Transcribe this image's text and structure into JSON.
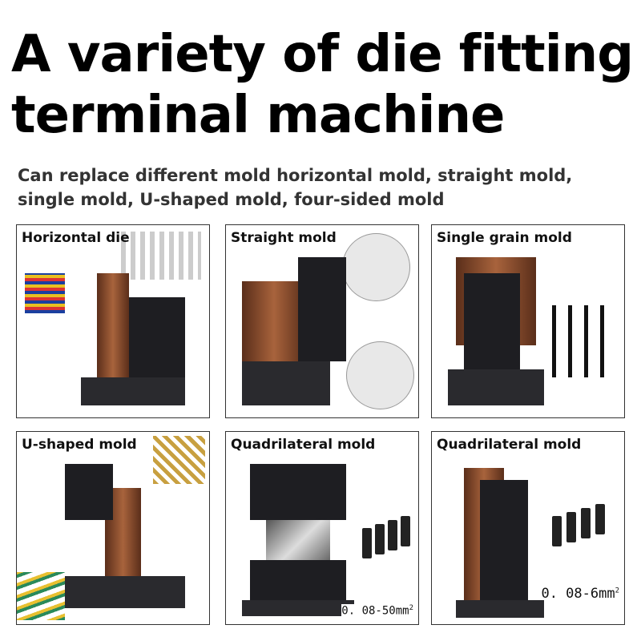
{
  "title": "A variety of die fitting terminal machine",
  "subtitle": "Can replace different mold horizontal mold, straight mold, single mold, U-shaped mold, four-sided mold",
  "cards": [
    {
      "label": "Horizontal die"
    },
    {
      "label": "Straight mold"
    },
    {
      "label": "Single grain mold"
    },
    {
      "label": "U-shaped mold"
    },
    {
      "label": "Quadrilateral mold",
      "spec": "0. 08-50mm",
      "spec_sup": "2"
    },
    {
      "label": "Quadrilateral mold",
      "spec": "0. 08-6mm",
      "spec_sup": "2"
    }
  ]
}
